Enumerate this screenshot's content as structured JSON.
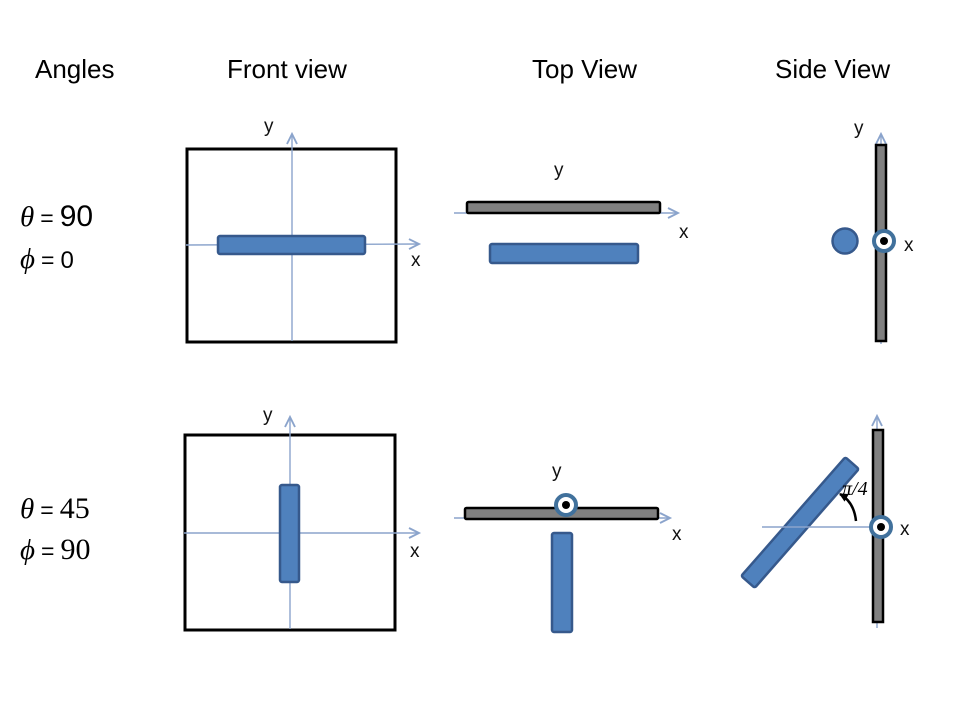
{
  "slide": {
    "headers": {
      "angles": "Angles",
      "front_view": "Front view",
      "top_view": "Top View",
      "side_view": "Side View"
    },
    "rows": [
      {
        "theta_sym": "θ",
        "theta_eq": "=",
        "theta_val": "90",
        "phi_sym": "ϕ",
        "phi_eq": "=",
        "phi_val": "0"
      },
      {
        "theta_sym": "θ",
        "theta_eq": "=",
        "theta_val": "45",
        "phi_sym": "ϕ",
        "phi_eq": "=",
        "phi_val": "90"
      }
    ],
    "axis_labels": {
      "x": "x",
      "y": "y"
    },
    "annotations": {
      "rotation_angle": "π/4"
    },
    "colors": {
      "rod_fill": "#4f81bd",
      "rod_edge": "#36598c",
      "plate_fill": "#808080",
      "plate_edge": "#000000",
      "axis_line": "#8ba4cc",
      "ring_stroke": "#41719c",
      "dot_fill": "#000000",
      "text": "#000000"
    }
  }
}
